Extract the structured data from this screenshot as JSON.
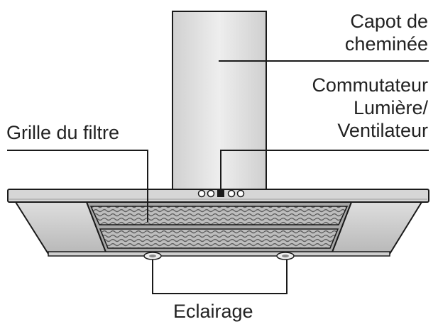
{
  "labels": {
    "chimney_hood": [
      "Capot de",
      "cheminée"
    ],
    "switch": [
      "Commutateur",
      "Lumière/",
      "Ventilateur"
    ],
    "filter_grille": "Grille du filtre",
    "lighting": "Eclairage"
  },
  "colors": {
    "line": "#1a1a1a",
    "steel_light": "#e6e6e6",
    "steel_mid": "#c4c4c4",
    "steel_dark": "#8f8f8f",
    "text": "#222222"
  }
}
